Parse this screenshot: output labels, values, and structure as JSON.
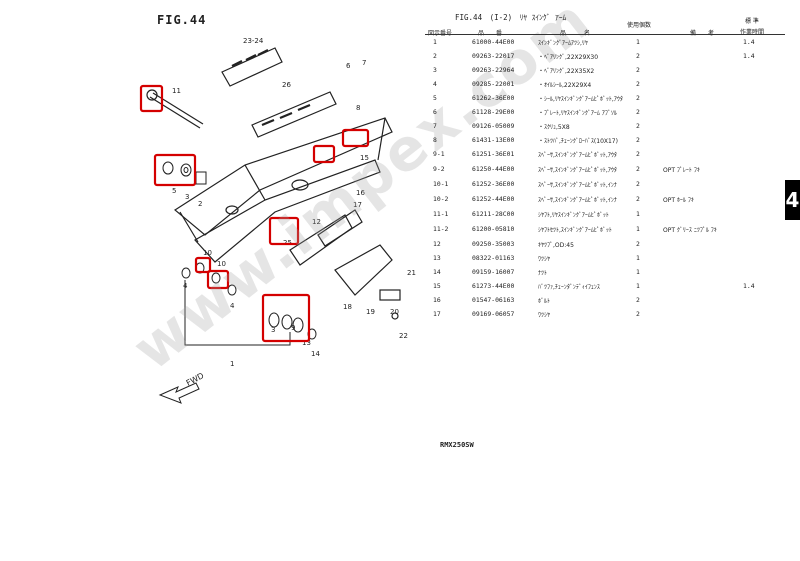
{
  "figure": {
    "title": "FIG.44",
    "model": "RMX250SW",
    "page_tab": "4",
    "fwd_label": "FWD"
  },
  "header": {
    "title": "FIG.44　(I-2)　ﾘﾔ ｽｲﾝｸﾞ ｱｰﾑ",
    "col_no": "図示番号",
    "col_part": "品　　番",
    "col_desc": "品　　　名",
    "col_qty": "使用個数",
    "col_remarks": "備　　考",
    "col_std": "標 準",
    "col_time": "作業時間"
  },
  "parts": [
    {
      "no": "1",
      "part": "61000-44E00",
      "desc": "ｽｲﾝｷﾞﾝｸﾞｱｰﾑｱﾂｼ,ﾘﾔ",
      "qty": "1",
      "remarks": "",
      "std": "1.4"
    },
    {
      "no": "2",
      "part": "09263-22017",
      "desc": "・ﾍﾞｱﾘﾝｸﾞ,22X29X30",
      "qty": "2",
      "remarks": "",
      "std": "1.4"
    },
    {
      "no": "3",
      "part": "09263-22964",
      "desc": "・ﾍﾞｱﾘﾝｸﾞ,22X35X2",
      "qty": "2",
      "remarks": "",
      "std": ""
    },
    {
      "no": "4",
      "part": "09285-22001",
      "desc": "・ｵｲﾙｼｰﾙ,22X29X4",
      "qty": "2",
      "remarks": "",
      "std": ""
    },
    {
      "no": "5",
      "part": "61262-36E00",
      "desc": "・ｼｰﾙ,ﾘﾔｽｲﾝｷﾞﾝｸﾞｱｰﾑﾋﾟﾎﾞｯﾄ,ｱｳﾀ",
      "qty": "2",
      "remarks": "",
      "std": ""
    },
    {
      "no": "6",
      "part": "61128-29E00",
      "desc": "・ﾌﾟﾚｰﾄ,ﾘﾔｽｲﾝｷﾞﾝｸﾞｱｰﾑ ｱﾌﾞｿﾙ",
      "qty": "2",
      "remarks": "",
      "std": ""
    },
    {
      "no": "7",
      "part": "09126-05009",
      "desc": "・ｽｸﾘｭ,5X8",
      "qty": "2",
      "remarks": "",
      "std": ""
    },
    {
      "no": "8",
      "part": "61431-13E00",
      "desc": "・ｽﾄﾂﾊﾟ,ﾁｪｰﾝｸﾞﾛｰﾊﾞｽ(10X17)",
      "qty": "2",
      "remarks": "",
      "std": ""
    },
    {
      "no": "9-1",
      "part": "61251-36E01",
      "desc": "ｽﾍﾟｰｻ,ｽｲﾝｷﾞﾝｸﾞｱｰﾑﾋﾟﾎﾞｯﾄ,ｱｳﾀ",
      "qty": "2",
      "remarks": "",
      "std": ""
    },
    {
      "no": "9-2",
      "part": "61250-44E00",
      "desc": "ｽﾍﾟｰｻ,ｽｲﾝｷﾞﾝｸﾞｱｰﾑﾋﾟﾎﾞｯﾄ,ｱｳﾀ",
      "qty": "2",
      "remarks": "OPT ﾌﾟﾚｰﾄ ﾌｷ",
      "std": ""
    },
    {
      "no": "10-1",
      "part": "61252-36E00",
      "desc": "ｽﾍﾟｰｻ,ｽｲﾝｷﾞﾝｸﾞｱｰﾑﾋﾟﾎﾞｯﾄ,ｲﾝﾅ",
      "qty": "2",
      "remarks": "",
      "std": ""
    },
    {
      "no": "10-2",
      "part": "61252-44E00",
      "desc": "ｽﾍﾟｰｻ,ｽｲﾝｷﾞﾝｸﾞｱｰﾑﾋﾟﾎﾞｯﾄ,ｲﾝﾅ",
      "qty": "2",
      "remarks": "OPT ﾎｰﾙ ﾌｷ",
      "std": ""
    },
    {
      "no": "11-1",
      "part": "61211-28C00",
      "desc": "ｼﾔﾌﾄ,ﾘﾔｽｲﾝｷﾞﾝｸﾞｱｰﾑﾋﾟﾎﾞｯﾄ",
      "qty": "1",
      "remarks": "",
      "std": ""
    },
    {
      "no": "11-2",
      "part": "61200-05810",
      "desc": "ｼﾔﾌﾄｾﾂﾄ,ｽｲﾝｷﾞﾝｸﾞｱｰﾑﾋﾟﾎﾞｯﾄ",
      "qty": "1",
      "remarks": "OPT ｸﾞﾘｰｽ ﾆﾂﾌﾟﾙ ﾌｷ",
      "std": ""
    },
    {
      "no": "12",
      "part": "09250-35003",
      "desc": "ｷﾔﾂﾌﾟ,OD:45",
      "qty": "2",
      "remarks": "",
      "std": ""
    },
    {
      "no": "13",
      "part": "08322-01163",
      "desc": "ﾜﾂｼﾔ",
      "qty": "1",
      "remarks": "",
      "std": ""
    },
    {
      "no": "14",
      "part": "09159-16007",
      "desc": "ﾅﾂﾄ",
      "qty": "1",
      "remarks": "",
      "std": ""
    },
    {
      "no": "15",
      "part": "61273-44E00",
      "desc": "ﾊﾞﾂﾌｧ,ﾁｪｰﾝﾀﾞﾝﾃﾞｨｲﾌｪﾝｽ",
      "qty": "1",
      "remarks": "",
      "std": "1.4"
    },
    {
      "no": "16",
      "part": "01547-06163",
      "desc": "ﾎﾞﾙﾄ",
      "qty": "2",
      "remarks": "",
      "std": ""
    },
    {
      "no": "17",
      "part": "09169-06057",
      "desc": "ﾜﾂｼﾔ",
      "qty": "2",
      "remarks": "",
      "std": ""
    }
  ],
  "callouts": [
    "23-24",
    "26",
    "11",
    "5",
    "3",
    "2",
    "6",
    "7",
    "8",
    "15",
    "16",
    "17",
    "12",
    "25",
    "10",
    "10",
    "4",
    "9",
    "13",
    "14",
    "3",
    "1",
    "18",
    "19",
    "20",
    "21",
    "22",
    "4"
  ],
  "watermark": "www.impex.com",
  "colors": {
    "highlight": "#d40000",
    "ink": "#222222"
  }
}
